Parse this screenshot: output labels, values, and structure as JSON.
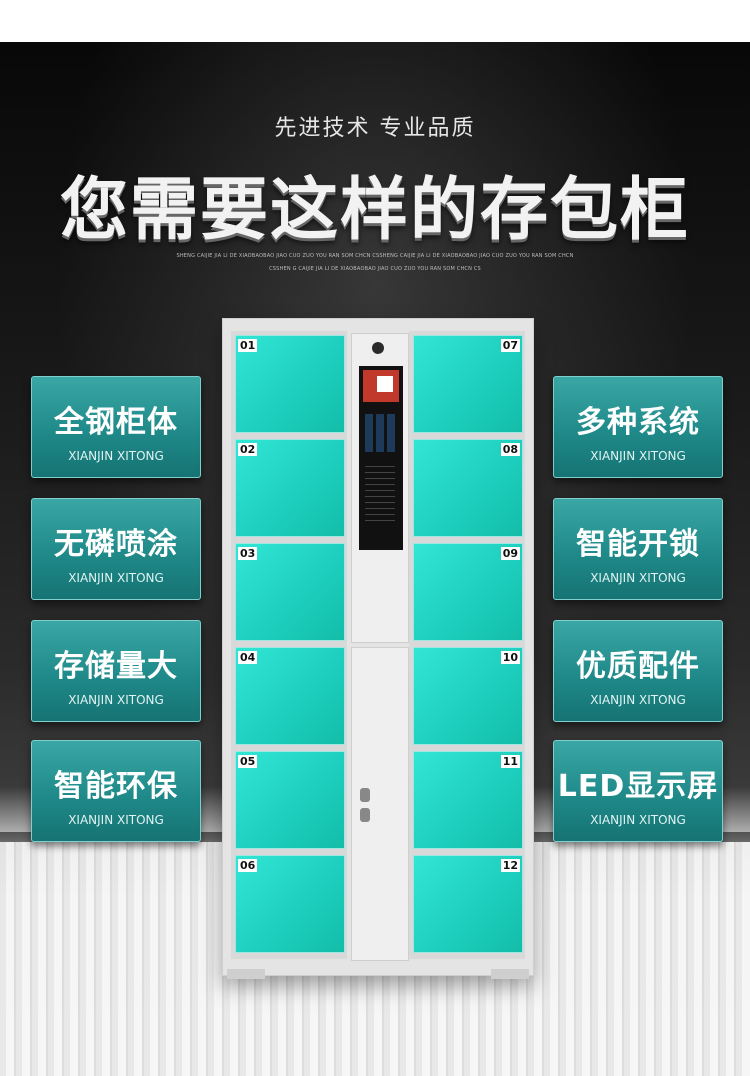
{
  "header": {
    "subtitle": "先进技术 专业品质",
    "title": "您需要这样的存包柜",
    "pinyin": "SHENG CAIJIE JIA LI DE XIAOBAOBAO JIAO CUO ZUO YOU RAN SOM CHCN CSSHENG CAIJIE JIA LI DE XIAOBAOBAO JIAO CUO ZUO YOU RAN SOM CHCN CSSHEN G CAIJIE JIA LI DE XIAOBAOBAO JIAO CUO ZUO YOU RAN SOM CHCN CS"
  },
  "features_left": [
    {
      "title": "全钢柜体",
      "sub": "XIANJIN XITONG"
    },
    {
      "title": "无磷喷涂",
      "sub": "XIANJIN XITONG"
    },
    {
      "title": "存储量大",
      "sub": "XIANJIN XITONG"
    },
    {
      "title": "智能环保",
      "sub": "XIANJIN XITONG"
    }
  ],
  "features_right": [
    {
      "title": "多种系统",
      "sub": "XIANJIN XITONG"
    },
    {
      "title": "智能开锁",
      "sub": "XIANJIN XITONG"
    },
    {
      "title": "优质配件",
      "sub": "XIANJIN XITONG"
    },
    {
      "title": "LED显示屏",
      "sub": "XIANJIN XITONG"
    }
  ],
  "lockers": {
    "left": [
      "01",
      "02",
      "03",
      "04",
      "05",
      "06"
    ],
    "right": [
      "07",
      "08",
      "09",
      "10",
      "11",
      "12"
    ]
  },
  "colors": {
    "door": "#1ecfbf",
    "feature_box": "#1f8a89"
  }
}
